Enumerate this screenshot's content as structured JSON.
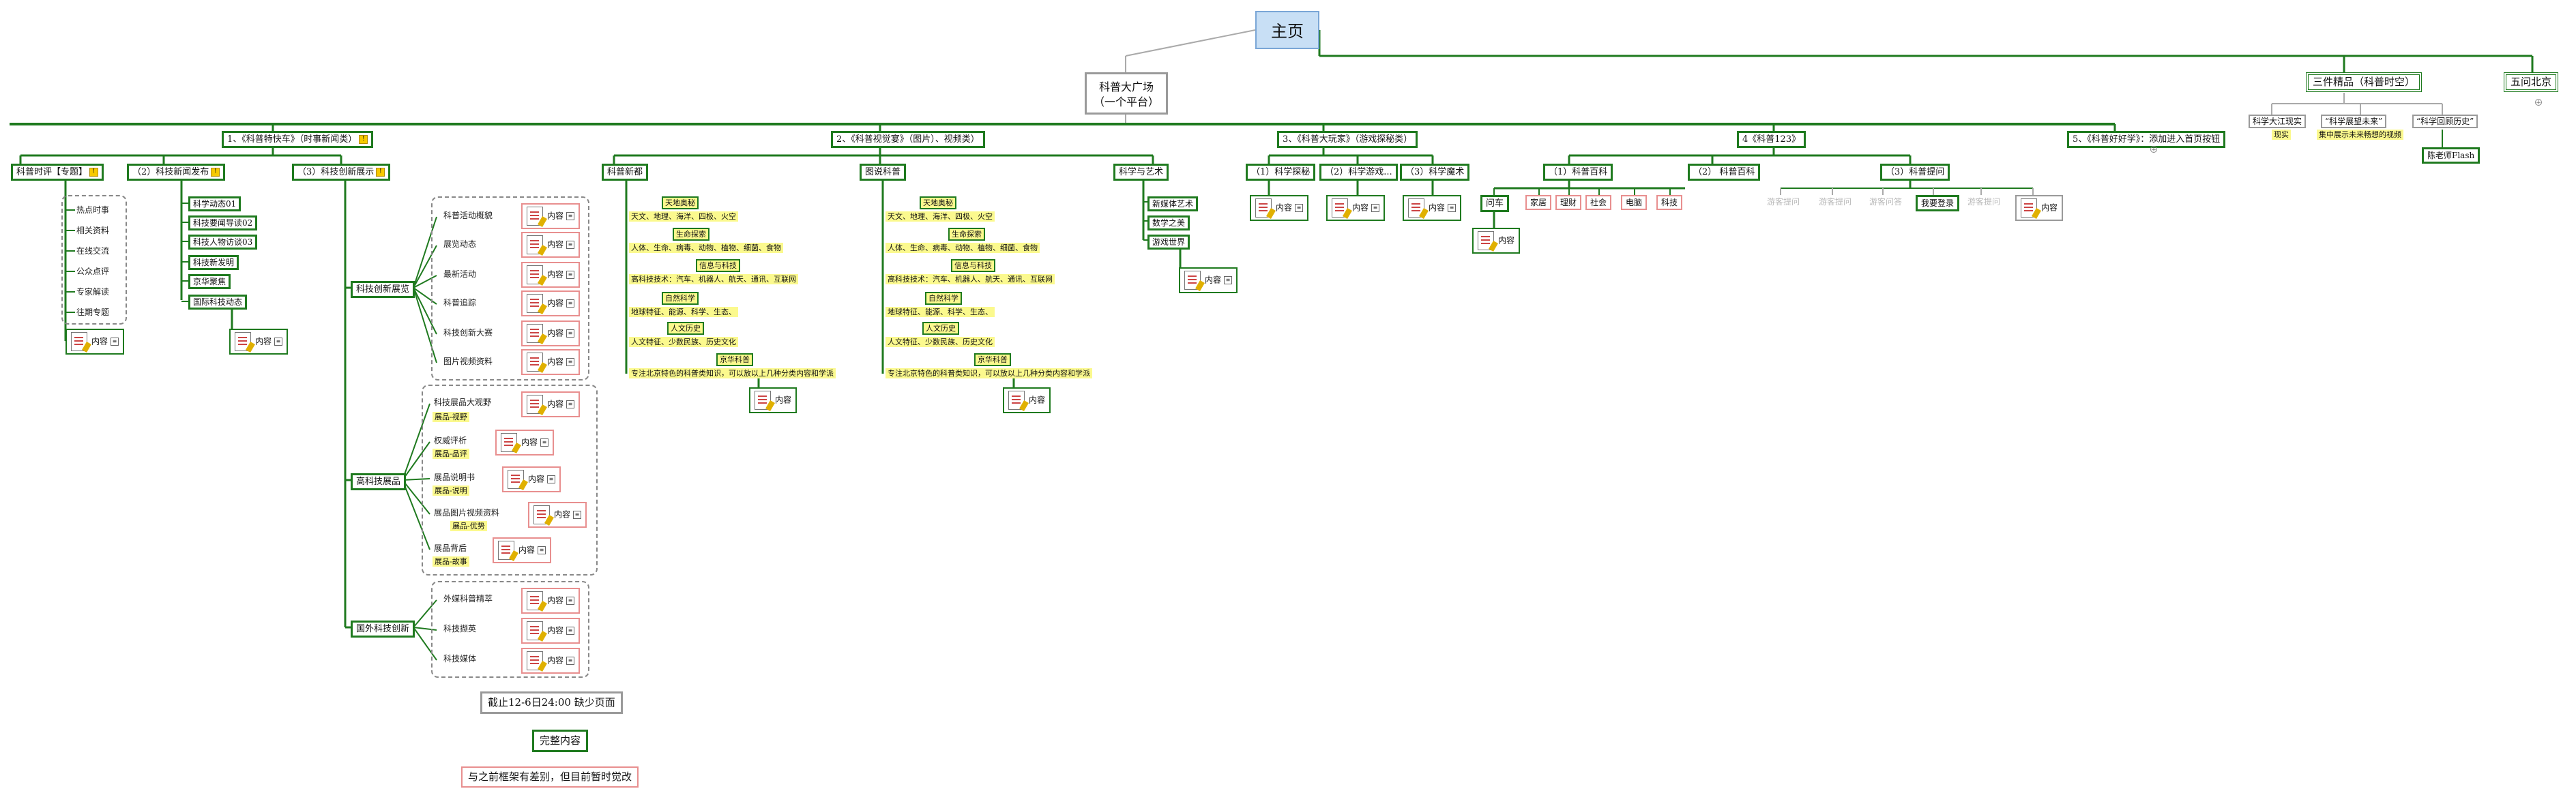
{
  "home": "主页",
  "plaza": {
    "line1": "科普大广场",
    "line2": "（一个平台）"
  },
  "top_right": {
    "jingpin": "三件精品（科普时空）",
    "beijing": "五问北京",
    "sub1": "科学大江现实",
    "sub1_note": "现实",
    "sub2": "“科学展望未来”",
    "sub2_note": "集中展示未来畅想的视频",
    "sub3": "“科学回顾历史”",
    "sub3_child": "陈老师Flash"
  },
  "sections": {
    "s1": "1、《科普特快车》（时事新闻类）",
    "s2": "2、《科普视觉宴》（图片）、视频类）",
    "s3": "3、《科普大玩家》（游戏探秘类）",
    "s4": "4《科普123》",
    "s5": "5、《科普好好学》：添加进入首页按钮"
  },
  "s1": {
    "a": "科普时评【专题】",
    "a_items": [
      "热点时事",
      "相关资料",
      "在线交流",
      "公众点评",
      "专家解读",
      "往期专题"
    ],
    "b": "（2）科技新闻发布",
    "b_items": [
      "科学动态01",
      "科技要闻导读02",
      "科技人物访谈03",
      "科技新发明",
      "京华聚焦",
      "国际科技动态"
    ],
    "c": "（3）科技创新展示",
    "c1": "科技创新展览",
    "c1_items": [
      "科普活动概貌",
      "展览动态",
      "最新活动",
      "科普追踪",
      "科技创新大赛",
      "图片视频资料"
    ],
    "c2": "高科技展品",
    "c2_items": [
      "科技展品大观野",
      "权威评析",
      "展品说明书",
      "展品图片视频资料",
      "展品背后"
    ],
    "c2_notes": [
      "展品-视野",
      "展品-品评",
      "展品-说明",
      "展品-优势",
      "展品-故事"
    ],
    "c3": "国外科技创新",
    "c3_items": [
      "外媒科普精萃",
      "科技撷英",
      "科技媒体"
    ]
  },
  "s2": {
    "a": "科普新都",
    "b": "图说科普",
    "c": "科学与艺术",
    "c_items": [
      "新媒体艺术",
      "数学之美",
      "游戏世界"
    ],
    "topics": [
      "天地奥秘",
      "生命探索",
      "信息与科技",
      "自然科学",
      "人文历史",
      "京华科普"
    ],
    "notes": [
      "天文、地理、海洋、四极、火空",
      "人体、生命、病毒、动物、植物、细菌、食物",
      "高科技技术：汽车、机器人、航天、通讯、互联网",
      "地球特征、能源、科学、生态、",
      "人文特征、少数民族、历史文化",
      "专注北京特色的科普类知识，可以放以上几种分类内容和学派"
    ]
  },
  "s3": {
    "items": [
      "（1）科学探秘",
      "（2）科学游戏...",
      "（3）科学魔术"
    ]
  },
  "s4": {
    "a": "（1）科普百科",
    "a_child": "问车",
    "a_cats": [
      "家居",
      "理财",
      "社会",
      "电脑",
      "科技"
    ],
    "b": "（2） 科普百科",
    "c": "（3）科普提问",
    "c_children": [
      "游客提问",
      "游客提问",
      "游客问答"
    ],
    "login": "我要登录",
    "faint_right": "游客提问"
  },
  "content": "内容",
  "bottom": {
    "deadline": "截止12-6日24:00   缺少页面",
    "complete": "完整内容",
    "diff": "与之前框架有差别，但目前暂时觉改"
  },
  "colors": {
    "line": "#1f7a1f",
    "home": "#c8dff5",
    "note": "#fbf98e",
    "pink": "#e88f8f"
  }
}
